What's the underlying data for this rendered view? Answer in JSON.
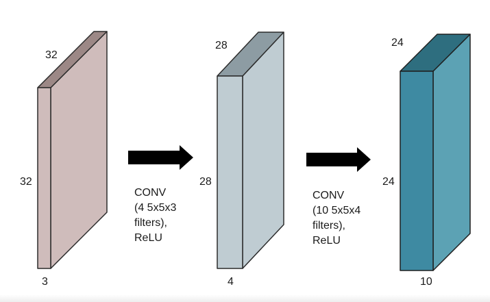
{
  "volumes": [
    {
      "name": "input",
      "height_label": "32",
      "width_label": "32",
      "depth_label": "3",
      "colors": {
        "front": "#cfbcbb",
        "side": "#cfbcbb",
        "top": "#9c8886",
        "edge": "#2b2b2b"
      }
    },
    {
      "name": "conv1",
      "height_label": "28",
      "width_label": "28",
      "depth_label": "4",
      "colors": {
        "front": "#bfccd2",
        "side": "#bfccd2",
        "top": "#8d9ca3",
        "edge": "#2b2b2b"
      }
    },
    {
      "name": "conv2",
      "height_label": "24",
      "width_label": "24",
      "depth_label": "10",
      "colors": {
        "front": "#3e8aa2",
        "side": "#5ca2b4",
        "top": "#2e6e7f",
        "edge": "#1f1f1f"
      }
    }
  ],
  "transitions": [
    {
      "lines": [
        "CONV",
        "(4 5x5x3",
        "filters),",
        "ReLU"
      ]
    },
    {
      "lines": [
        "CONV",
        "(10 5x5x4",
        "filters),",
        "ReLU"
      ]
    }
  ],
  "arrow_color": "#000000"
}
